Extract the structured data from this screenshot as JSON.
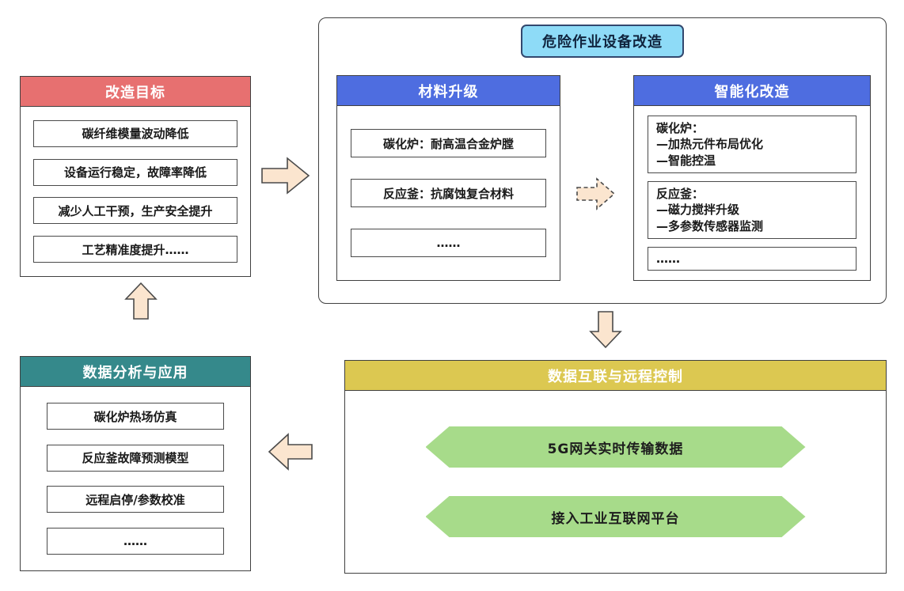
{
  "colors": {
    "goal_header": "#e77070",
    "panel_header_blue": "#4e6de0",
    "badge_bg": "#8edbf7",
    "badge_border": "#33486e",
    "datalink_header": "#dcc851",
    "analysis_header": "#35898b",
    "hexagon_bg": "#a7db8a",
    "arrow_fill": "#fbe5cf",
    "box_border": "#404040"
  },
  "goal": {
    "title": "改造目标",
    "items": [
      "碳纤维模量波动降低",
      "设备运行稳定，故障率降低",
      "减少人工干预，生产安全提升",
      "工艺精准度提升……"
    ]
  },
  "hazard": {
    "badge": "危险作业设备改造"
  },
  "material": {
    "title": "材料升级",
    "items": [
      "碳化炉：耐高温合金炉膛",
      "反应釜：抗腐蚀复合材料",
      "……"
    ]
  },
  "smart": {
    "title": "智能化改造",
    "items": [
      "碳化炉：\n—加热元件布局优化\n—智能控温",
      "反应釜：\n—磁力搅拌升级\n—多参数传感器监测",
      "……"
    ]
  },
  "datalink": {
    "title": "数据互联与远程控制",
    "items": [
      "5G网关实时传输数据",
      "接入工业互联网平台"
    ]
  },
  "analysis": {
    "title": "数据分析与应用",
    "items": [
      "碳化炉热场仿真",
      "反应釜故障预测模型",
      "远程启停/参数校准",
      "……"
    ]
  }
}
